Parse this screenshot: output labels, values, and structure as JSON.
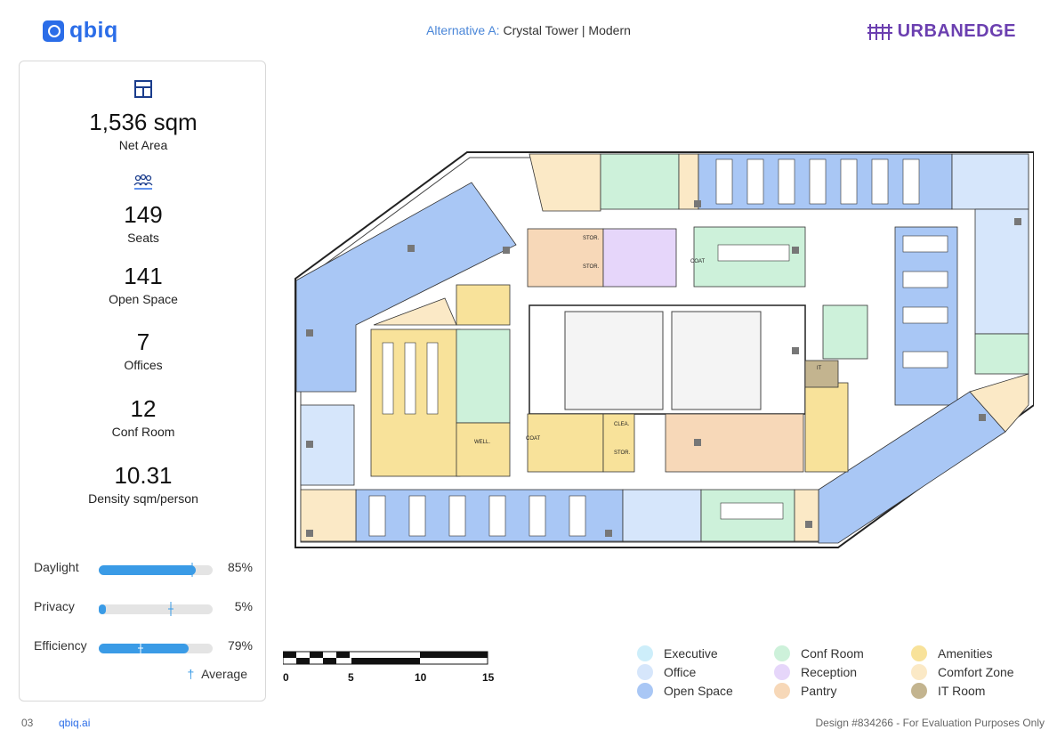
{
  "header": {
    "logo_text": "qbiq",
    "title_prefix": "Alternative A:",
    "title_main": "Crystal Tower | Modern",
    "brand": "URBANEDGE"
  },
  "stats": {
    "area_value": "1,536 sqm",
    "area_label": "Net Area",
    "seats_value": "149",
    "seats_label": "Seats",
    "open_value": "141",
    "open_label": "Open Space",
    "offices_value": "7",
    "offices_label": "Offices",
    "conf_value": "12",
    "conf_label": "Conf Room",
    "density_value": "10.31",
    "density_label": "Density sqm/person"
  },
  "metrics": [
    {
      "label": "Daylight",
      "value": "85%",
      "fill": 0.85,
      "avg": 0.82
    },
    {
      "label": "Privacy",
      "value": "5%",
      "fill": 0.05,
      "avg": 0.63
    },
    {
      "label": "Efficiency",
      "value": "79%",
      "fill": 0.79,
      "avg": 0.37
    }
  ],
  "average_label": "Average",
  "scale": {
    "labels": [
      "0",
      "5",
      "10",
      "15"
    ]
  },
  "legend": [
    {
      "label": "Executive",
      "color": "#cdeefa"
    },
    {
      "label": "Office",
      "color": "#d6e6fb"
    },
    {
      "label": "Open Space",
      "color": "#a9c7f5"
    },
    {
      "label": "Conf Room",
      "color": "#cdf1da"
    },
    {
      "label": "Reception",
      "color": "#e6d6fa"
    },
    {
      "label": "Pantry",
      "color": "#f7d8b8"
    },
    {
      "label": "Amenities",
      "color": "#f8e29a"
    },
    {
      "label": "Comfort Zone",
      "color": "#fbe9c6"
    },
    {
      "label": "IT Room",
      "color": "#c3b48f"
    }
  ],
  "plan_labels": {
    "stor1": "STOR.",
    "stor2": "STOR.",
    "stor3": "STOR.",
    "coat1": "COAT",
    "coat2": "COAT",
    "clea": "CLEA.",
    "well": "WELL.",
    "it": "IT"
  },
  "footer": {
    "page": "03",
    "link": "qbiq.ai",
    "note": "Design #834266 - For Evaluation Purposes Only"
  }
}
